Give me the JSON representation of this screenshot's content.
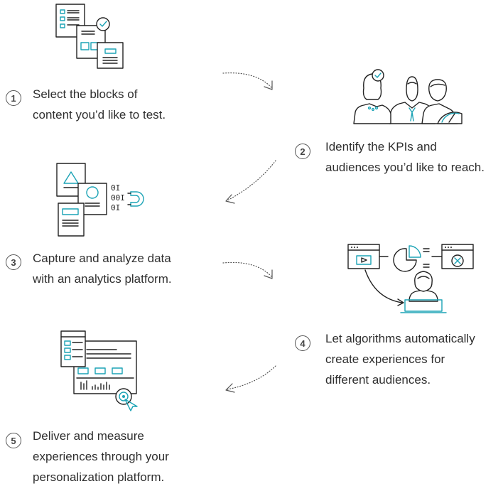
{
  "steps": [
    {
      "number": "1",
      "lines": [
        "Select the blocks of",
        "content you’d like to test."
      ],
      "icon": "documents-checkmark-icon"
    },
    {
      "number": "2",
      "lines": [
        "Identify the KPIs and",
        "audiences you’d like to reach."
      ],
      "icon": "audience-gauge-icon"
    },
    {
      "number": "3",
      "lines": [
        "Capture and analyze data",
        "with an analytics platform."
      ],
      "icon": "data-magnet-icon"
    },
    {
      "number": "4",
      "lines": [
        "Let algorithms automatically",
        "create experiences for",
        "different audiences."
      ],
      "icon": "algorithm-experiences-icon"
    },
    {
      "number": "5",
      "lines": [
        "Deliver and measure",
        "experiences through your",
        "personalization platform."
      ],
      "icon": "dashboard-target-icon"
    }
  ],
  "colors": {
    "accent": "#1ba3b5",
    "line": "#222222",
    "text": "#2f2f2f"
  }
}
